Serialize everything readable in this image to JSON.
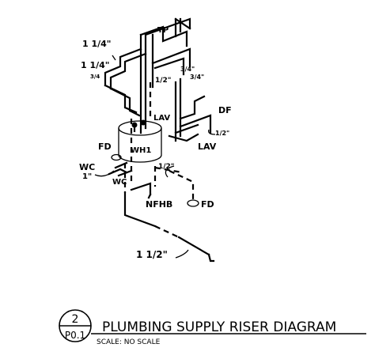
{
  "labels": {
    "tp": "TP",
    "size_1_1_4_top": "1 1/4\"",
    "size_1_1_4_mid": "1 1/4\"",
    "size_3_4_left": "3/4",
    "size_1_2_center": "1/2\"",
    "size_3_4_right_a": "3/4\"",
    "size_3_4_right_b": "3/4\"",
    "lav_top": "LAV",
    "df": "DF",
    "size_1_2_right": "1/2\"",
    "lav_right": "LAV",
    "wh1": "WH1",
    "fd_left": "FD",
    "wc_left": "WC",
    "size_1_left": "1\"",
    "wc_center": "WC",
    "size_1_2_wh": "1/2\"",
    "nfhb": "NFHB",
    "fd_right": "FD",
    "size_1_1_2": "1 1/2\""
  },
  "title_block": {
    "detail_number": "2",
    "sheet": "P0.1",
    "title": "PLUMBING SUPPLY RISER DIAGRAM",
    "scale": "SCALE: NO SCALE"
  }
}
